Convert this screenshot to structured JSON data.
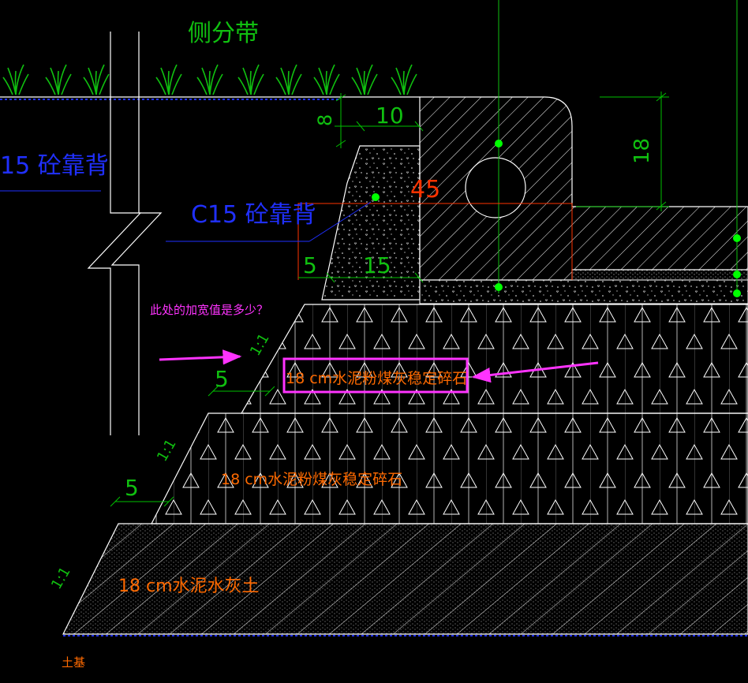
{
  "labels": {
    "median_strip": "侧分带",
    "backfill_left": "15 砼靠背",
    "backfill_c15": "C15 砼靠背",
    "question": "此处的加宽值是多少？",
    "slope": "1:1",
    "layer1": "18 cm水泥粉煤灰稳定碎石",
    "layer2": "18 cm水泥粉煤灰稳定碎石",
    "layer3": "18 cm水泥水灰土",
    "subgrade": "土基"
  },
  "dimensions": {
    "d8": "8",
    "d10": "10",
    "d45": "45",
    "d18": "18",
    "d5a": "5",
    "d15": "15",
    "d5b": "5",
    "d5c": "5"
  },
  "colors": {
    "background": "#000000",
    "lines": "#ffffff",
    "dimension": "#00c000",
    "blue_text": "#2030ff",
    "orange_text": "#ff6a00",
    "magenta": "#ff33ff",
    "node": "#00ff00",
    "red_line": "#ff3300"
  }
}
